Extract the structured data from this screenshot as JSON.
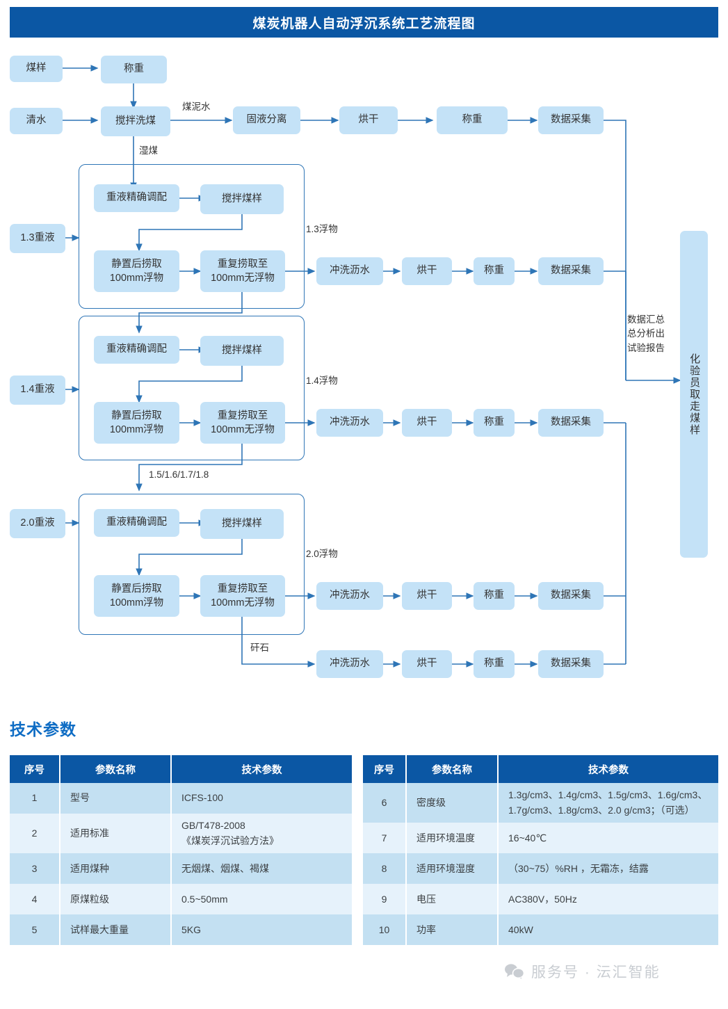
{
  "header": {
    "title": "煤炭机器人自动浮沉系统工艺流程图",
    "bar_color": "#0b57a4"
  },
  "colors": {
    "node_fill": "#c4e2f7",
    "line": "#2e75b6",
    "header_blue": "#0b57a4",
    "heading_blue": "#0e6cc4",
    "row_dark": "#c3e0f2",
    "row_light": "#e6f2fb"
  },
  "flow": {
    "nodes": {
      "coal_sample": "煤样",
      "weigh_top": "称重",
      "clean_water": "清水",
      "stir_wash": "搅拌洗煤",
      "solid_liquid_sep": "固液分离",
      "dry_top": "烘干",
      "weigh_top2": "称重",
      "data_top": "数据采集",
      "heavy_13": "1.3重液",
      "heavy_14": "1.4重液",
      "heavy_20": "2.0重液",
      "prepare": "重液精确调配",
      "stir_sample": "搅拌煤样",
      "settle": "静置后捞取\n100mm浮物",
      "repeat": "重复捞取至\n100mm无浮物",
      "rinse": "冲洗沥水",
      "dry": "烘干",
      "weigh": "称重",
      "data": "数据采集",
      "lab_takes": "化验员取走煤样"
    },
    "labels": {
      "slurry": "煤泥水",
      "wet_coal": "湿煤",
      "float_13": "1.3浮物",
      "float_14": "1.4浮物",
      "float_20": "2.0浮物",
      "densities_mid": "1.5/1.6/1.7/1.8",
      "gangue": "矸石",
      "summary": "数据汇总总分析出试验报告"
    },
    "rows": [
      {
        "input": "1.3重液",
        "float_label": "1.3浮物",
        "steps": [
          "重液精确调配",
          "搅拌煤样",
          "静置后捞取\n100mm浮物",
          "重复捞取至\n100mm无浮物"
        ],
        "chain": [
          "冲洗沥水",
          "烘干",
          "称重",
          "数据采集"
        ]
      },
      {
        "input": "1.4重液",
        "float_label": "1.4浮物",
        "steps": [
          "重液精确调配",
          "搅拌煤样",
          "静置后捞取\n100mm浮物",
          "重复捞取至\n100mm无浮物"
        ],
        "chain": [
          "冲洗沥水",
          "烘干",
          "称重",
          "数据采集"
        ]
      },
      {
        "input": "2.0重液",
        "float_label": "2.0浮物",
        "steps": [
          "重液精确调配",
          "搅拌煤样",
          "静置后捞取\n100mm浮物",
          "重复捞取至\n100mm无浮物"
        ],
        "chain": [
          "冲洗沥水",
          "烘干",
          "称重",
          "数据采集"
        ]
      }
    ],
    "gangue_chain": [
      "冲洗沥水",
      "烘干",
      "称重",
      "数据采集"
    ]
  },
  "params_section": {
    "heading": "技术参数",
    "columns": [
      "序号",
      "参数名称",
      "技术参数"
    ],
    "left_rows": [
      {
        "idx": "1",
        "name": "型号",
        "value": "ICFS-100"
      },
      {
        "idx": "2",
        "name": "适用标准",
        "value": "GB/T478-2008\n《煤炭浮沉试验方法》"
      },
      {
        "idx": "3",
        "name": "适用煤种",
        "value": "无烟煤、烟煤、褐煤"
      },
      {
        "idx": "4",
        "name": "原煤粒级",
        "value": "0.5~50mm"
      },
      {
        "idx": "5",
        "name": "试样最大重量",
        "value": "5KG"
      }
    ],
    "right_rows": [
      {
        "idx": "6",
        "name": "密度级",
        "value": "1.3g/cm3、1.4g/cm3、1.5g/cm3、1.6g/cm3、1.7g/cm3、1.8g/cm3、2.0 g/cm3；（可选）"
      },
      {
        "idx": "7",
        "name": "适用环境温度",
        "value": "16~40℃"
      },
      {
        "idx": "8",
        "name": "适用环境湿度",
        "value": "（30~75）%RH ，无霜冻，结露"
      },
      {
        "idx": "9",
        "name": "电压",
        "value": "AC380V，50Hz"
      },
      {
        "idx": "10",
        "name": "功率",
        "value": "40kW"
      }
    ]
  },
  "watermark": {
    "icon": "wechat-icon",
    "text": "服务号 · 沄汇智能"
  }
}
